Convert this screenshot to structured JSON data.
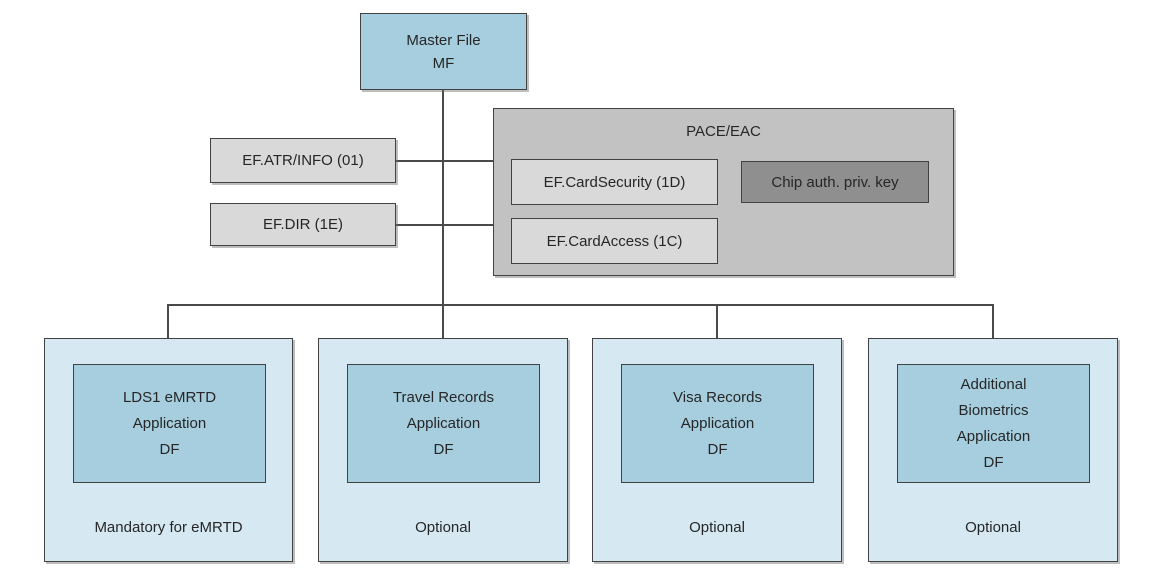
{
  "colors": {
    "background": "#ffffff",
    "node_blue": "#a6cede",
    "pale_blue": "#d6e9f2",
    "light_gray": "#d9d9d9",
    "container_gray": "#c2c2c2",
    "dark_gray": "#8f8f8f",
    "border": "#424242",
    "line": "#4a4a4a",
    "text": "#262626"
  },
  "nodes": {
    "master_file": {
      "label": "Master File\nMF"
    },
    "ef_atr_info": {
      "label": "EF.ATR/INFO (01)"
    },
    "ef_dir": {
      "label": "EF.DIR (1E)"
    },
    "pace_eac": {
      "title": "PACE/EAC",
      "ef_card_security": {
        "label": "EF.CardSecurity (1D)"
      },
      "chip_auth_priv_key": {
        "label": "Chip auth. priv. key"
      },
      "ef_card_access": {
        "label": "EF.CardAccess (1C)"
      }
    },
    "applications": [
      {
        "label": "LDS1 eMRTD\nApplication\nDF",
        "note": "Mandatory for eMRTD"
      },
      {
        "label": "Travel Records\nApplication\nDF",
        "note": "Optional"
      },
      {
        "label": "Visa Records\nApplication\nDF",
        "note": "Optional"
      },
      {
        "label": "Additional\nBiometrics\nApplication\nDF",
        "note": "Optional"
      }
    ]
  }
}
